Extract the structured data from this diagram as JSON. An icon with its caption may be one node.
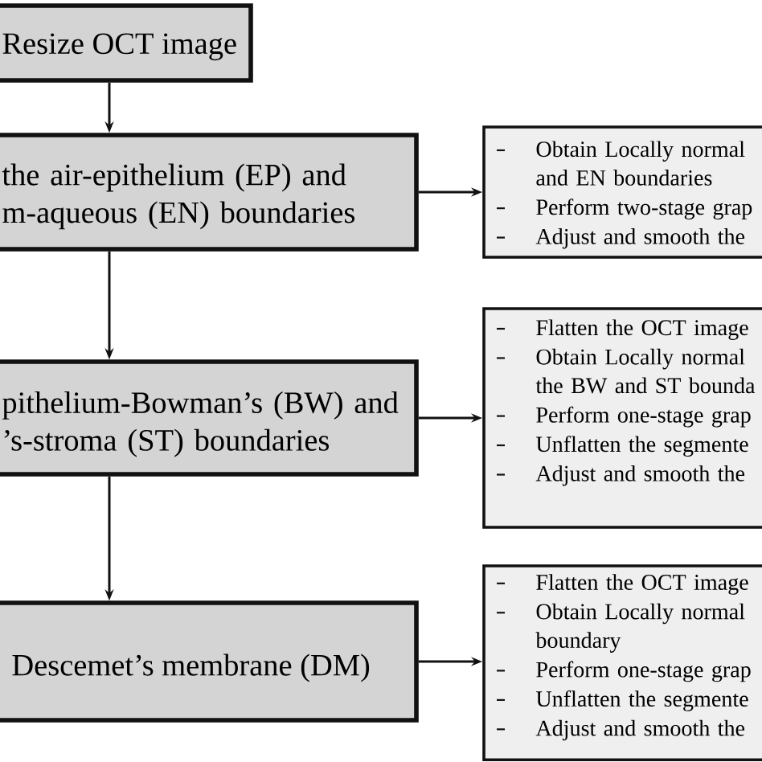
{
  "diagram": {
    "nodes": [
      {
        "text": [
          "Resize OCT image"
        ]
      },
      {
        "text": [
          "the air-epithelium (EP) and m-aqueous (EN) boundaries"
        ]
      },
      {
        "text": [
          "Obtain Locally normal and EN boundaries",
          "Perform two-stage grap",
          "Adjust and smooth the"
        ]
      },
      {
        "text": [
          "pithelium-Bowman’s (BW) and ’s-stroma (ST) boundaries"
        ]
      },
      {
        "text": [
          "Flatten the OCT image",
          "Obtain Locally normal the BW and ST bounda",
          "Perform one-stage grap",
          "Unflatten the segmente",
          "Adjust and smooth the"
        ]
      },
      {
        "text": [
          "Descemet’s membrane (DM)"
        ]
      },
      {
        "text": [
          "Flatten the OCT image",
          "Obtain Locally normal boundary",
          "Perform one-stage grap",
          "Unflatten the segmente",
          "Adjust and smooth the"
        ]
      }
    ],
    "edges": [
      {
        "from": 0,
        "to": 1,
        "arrow": "to"
      },
      {
        "from": 1,
        "to": 3,
        "arrow": "to"
      },
      {
        "from": 3,
        "to": 5,
        "arrow": "to"
      },
      {
        "from": 1,
        "to": 2,
        "arrow": "to"
      },
      {
        "from": 3,
        "to": 4,
        "arrow": "to"
      },
      {
        "from": 5,
        "to": 6,
        "arrow": "to"
      }
    ]
  }
}
